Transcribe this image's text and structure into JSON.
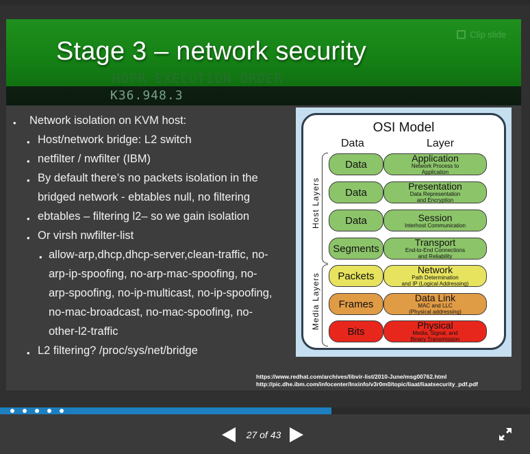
{
  "slide": {
    "title": "Stage 3 – network security",
    "clip_label": "Clip slide",
    "background_text_1": "HOPR EXECUTION ORDER",
    "background_text_2": "K36.948.3",
    "bullets": [
      "Network isolation on KVM host:",
      "Host/network bridge: L2 switch",
      "netfilter / nwfilter (IBM)",
      "By default there’s no packets isolation in the",
      "bridged network - ebtables null, no filtering",
      "ebtables – filtering l2– so we gain isolation",
      "Or virsh nwfilter-list",
      "allow-arp,dhcp,dhcp-server,clean-traffic, no-",
      "arp-ip-spoofing, no-arp-mac-spoofing, no-",
      "arp-spoofing, no-ip-multicast, no-ip-spoofing,",
      "no-mac-broadcast, no-mac-spoofing, no-",
      "other-l2-traffic",
      "L2 filtering? /proc/sys/net/bridge"
    ],
    "references": [
      "https://www.redhat.com/archives/libvir-list/2010-June/msg00762.html",
      "http://pic.dhe.ibm.com/infocenter/lnxinfo/v3r0m0/topic/liaat/liaatsecurity_pdf.pdf"
    ],
    "osi": {
      "title": "OSI Model",
      "col_data": "Data",
      "col_layer": "Layer",
      "host_label": "Host Layers",
      "media_label": "Media Layers",
      "rows": [
        {
          "data": "Data",
          "layer": "Application",
          "desc": [
            "Network Process to",
            "Application"
          ],
          "color": "#8cc46a"
        },
        {
          "data": "Data",
          "layer": "Presentation",
          "desc": [
            "Data Representation",
            "and Encryption"
          ],
          "color": "#8cc46a"
        },
        {
          "data": "Data",
          "layer": "Session",
          "desc": [
            "Interhost Communication"
          ],
          "color": "#8cc46a"
        },
        {
          "data": "Segments",
          "layer": "Transport",
          "desc": [
            "End-to-End Connections",
            "and Reliability"
          ],
          "color": "#8cc46a"
        },
        {
          "data": "Packets",
          "layer": "Network",
          "desc": [
            "Path Determination",
            "and IP (Logical Addressing)"
          ],
          "color": "#e7e35e"
        },
        {
          "data": "Frames",
          "layer": "Data Link",
          "desc": [
            "MAC and LLC",
            "(Physical addressing)"
          ],
          "color": "#e09b45"
        },
        {
          "data": "Bits",
          "layer": "Physical",
          "desc": [
            "Media, Signal, and",
            "Binary Transmission"
          ],
          "color": "#e8271c"
        }
      ]
    }
  },
  "player": {
    "current": 27,
    "total": 43,
    "counter_text": "27 of 43",
    "progress": 0.625,
    "accent": "#1d7fc0",
    "prev_icon": "prev-arrow-icon",
    "next_icon": "next-arrow-icon",
    "fullscreen_icon": "fullscreen-icon"
  }
}
